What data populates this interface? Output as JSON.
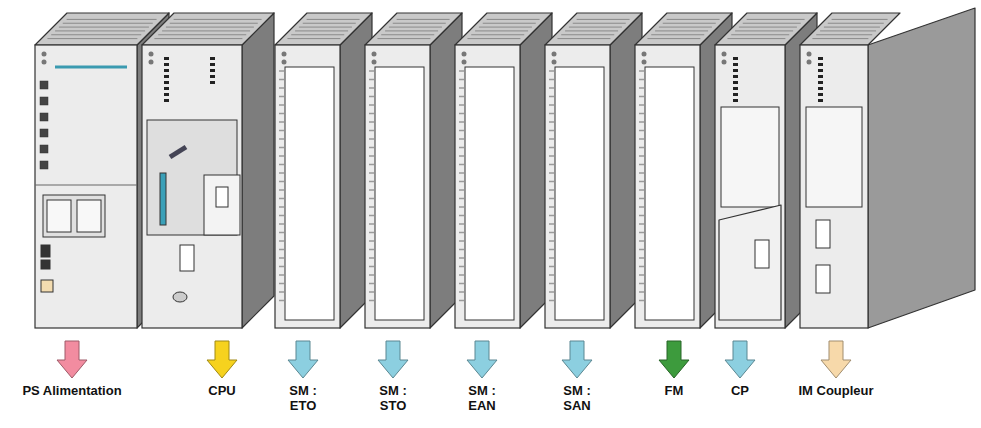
{
  "diagram": {
    "labels": [
      "PS Alimentation",
      "CPU",
      "SM : ETO",
      "SM : STO",
      "SM : EAN",
      "SM : SAN",
      "FM",
      "CP",
      "IM Coupleur"
    ]
  }
}
